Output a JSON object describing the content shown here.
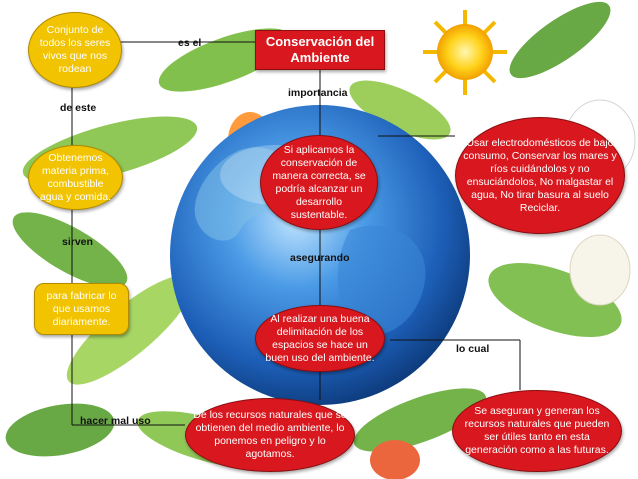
{
  "title": "Conservación del Ambiente",
  "nodes": {
    "conjunto": "Conjunto de todos los seres vivos que nos rodean",
    "obtenemos": "Obtenemos materia prima, combustible agua y comida.",
    "fabricar": "para fabricar lo que usamos diariamente.",
    "si_aplicamos": "Si aplicamos la conservación de manera correcta, se podría alcanzar un desarrollo sustentable.",
    "usar": "Usar electrodomésticos de bajo consumo, Conservar los mares y ríos cuidándolos y no ensuciándolos, No malgastar el agua, No tirar basura al suelo Reciclar.",
    "al_realizar": "Al realizar una buena delimitación de los espacios  se hace un buen uso del ambiente.",
    "de_los_recursos": "De los recursos naturales que se obtienen del medio ambiente, lo ponemos en peligro y lo agotamos.",
    "se_aseguran": "Se aseguran y generan los recursos naturales que pueden ser útiles tanto en esta generación como a las futuras."
  },
  "links": {
    "es_el": "es el",
    "de_este": "de este",
    "sirven": "sirven",
    "importancia": "importancia",
    "asegurando": "asegurando",
    "lo_cual": "lo cual",
    "hacer_mal_uso": "hacer mal uso"
  },
  "colors": {
    "yellow_box": "#f2c300",
    "red_box": "#d8181e",
    "globe_blue": "#2a6fc4",
    "leaf_green": "#5fae2a"
  }
}
